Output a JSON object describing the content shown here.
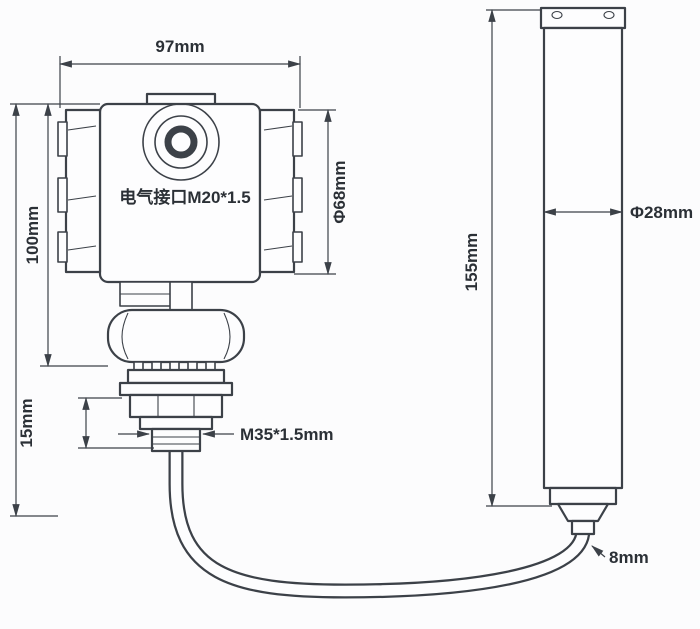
{
  "labels": {
    "housing_width": "97mm",
    "housing_height": "100mm",
    "thread_length": "15mm",
    "electrical_port": "电气接口M20*1.5",
    "housing_diameter": "Φ68mm",
    "thread_spec": "M35*1.5mm",
    "probe_length": "155mm",
    "probe_diameter": "Φ28mm",
    "cable_diameter": "8mm"
  },
  "colors": {
    "line": "#3c4148",
    "text": "#2b3036",
    "background": "#fcfcfd"
  }
}
